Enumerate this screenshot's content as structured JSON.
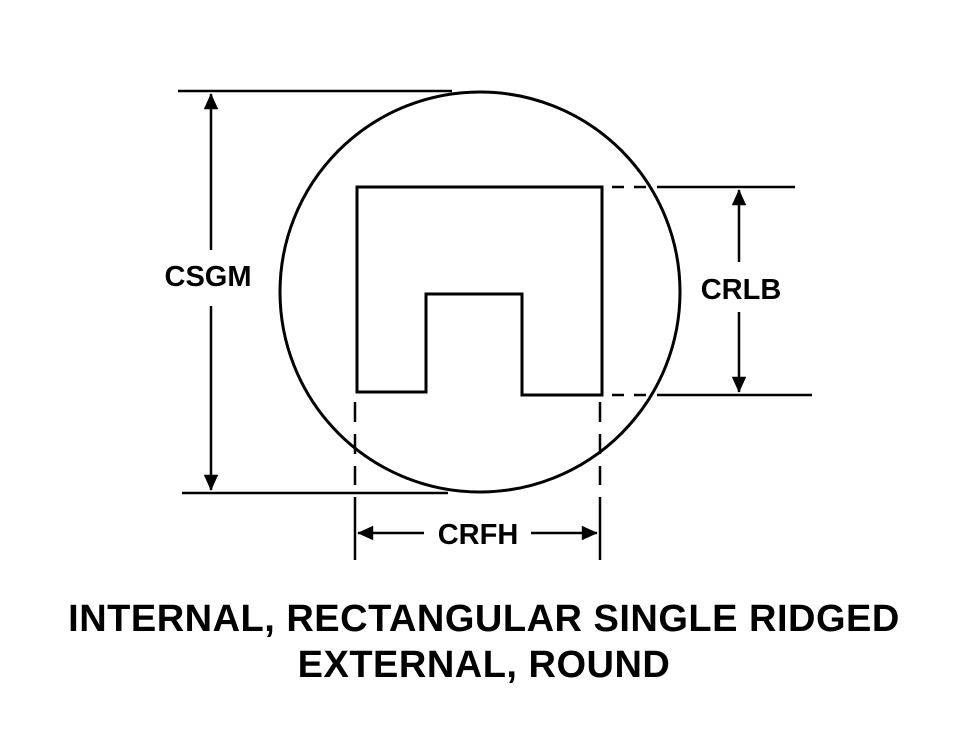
{
  "dimensions": {
    "csgm": "CSGM",
    "crlb": "CRLB",
    "crfh": "CRFH"
  },
  "caption": {
    "line1": "INTERNAL, RECTANGULAR SINGLE RIDGED",
    "line2": "EXTERNAL, ROUND"
  },
  "colors": {
    "line": "#000000",
    "background": "#ffffff"
  }
}
